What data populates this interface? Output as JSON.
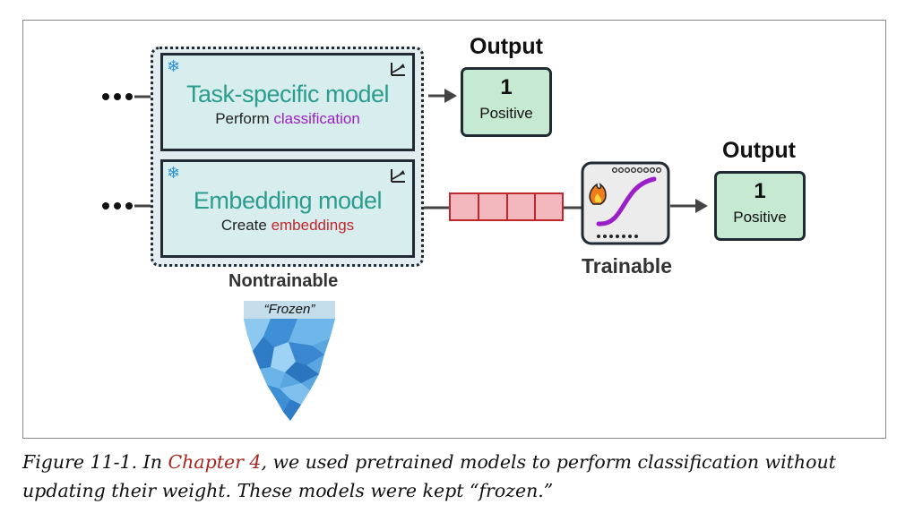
{
  "diagram": {
    "task_model": {
      "title": "Task-specific model",
      "subtitle_prefix": "Perform ",
      "subtitle_highlight": "classification"
    },
    "embedding_model": {
      "title": "Embedding model",
      "subtitle_prefix": "Create ",
      "subtitle_highlight": "embeddings"
    },
    "output_top": {
      "title": "Output",
      "value": "1",
      "label": "Positive"
    },
    "output_bottom": {
      "title": "Output",
      "value": "1",
      "label": "Positive"
    },
    "trainable_label": "Trainable",
    "nontrainable_label": "Nontrainable",
    "frozen_label": "“Frozen”",
    "icons": {
      "frozen": "snowflake-icon",
      "chart": "chart-icon",
      "fire": "fire-icon",
      "classifier": "sigmoid-classifier-icon",
      "iceberg": "iceberg-icon"
    },
    "colors": {
      "model_title": "#2b9c8e",
      "classification": "#9b1fc9",
      "embeddings": "#c0262d",
      "output_fill": "#c6e9d2",
      "embedding_cells": "#f2b8bd"
    }
  },
  "caption": {
    "prefix": "Figure 11-1. In ",
    "link": "Chapter 4",
    "rest": ", we used pretrained models to perform classification without updating their weight. These models were kept “frozen.”"
  }
}
